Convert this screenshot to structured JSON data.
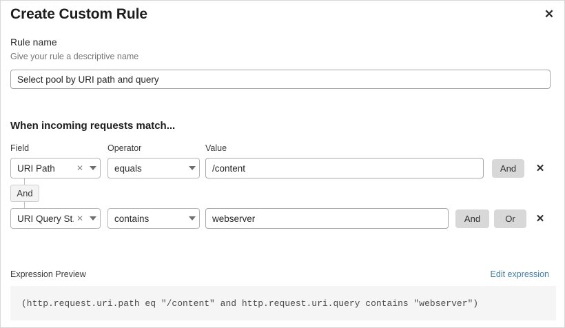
{
  "dialog": {
    "title": "Create Custom Rule",
    "close_icon": "close-icon"
  },
  "rule_name": {
    "label": "Rule name",
    "help": "Give your rule a descriptive name",
    "value": "Select pool by URI path and query",
    "placeholder": ""
  },
  "conditions": {
    "heading": "When incoming requests match...",
    "columns": {
      "field": "Field",
      "operator": "Operator",
      "value": "Value"
    },
    "connector": {
      "label": "And"
    },
    "rows": [
      {
        "field": "URI Path",
        "operator": "equals",
        "value": "/content",
        "clear_icon": "clear-x-icon",
        "caret_icon": "chevron-down-icon",
        "buttons": [
          "And"
        ],
        "delete_icon": "close-icon"
      },
      {
        "field": "URI Query St...",
        "operator": "contains",
        "value": "webserver",
        "clear_icon": "clear-x-icon",
        "caret_icon": "chevron-down-icon",
        "buttons": [
          "And",
          "Or"
        ],
        "delete_icon": "close-icon"
      }
    ]
  },
  "expression": {
    "label": "Expression Preview",
    "edit_link": "Edit expression",
    "text": "(http.request.uri.path eq \"/content\" and http.request.uri.query contains \"webserver\")"
  },
  "colors": {
    "link": "#3e7fad",
    "pill_bg": "#d8d8d8",
    "preview_bg": "#f5f5f5",
    "border": "#b4b4b4"
  }
}
